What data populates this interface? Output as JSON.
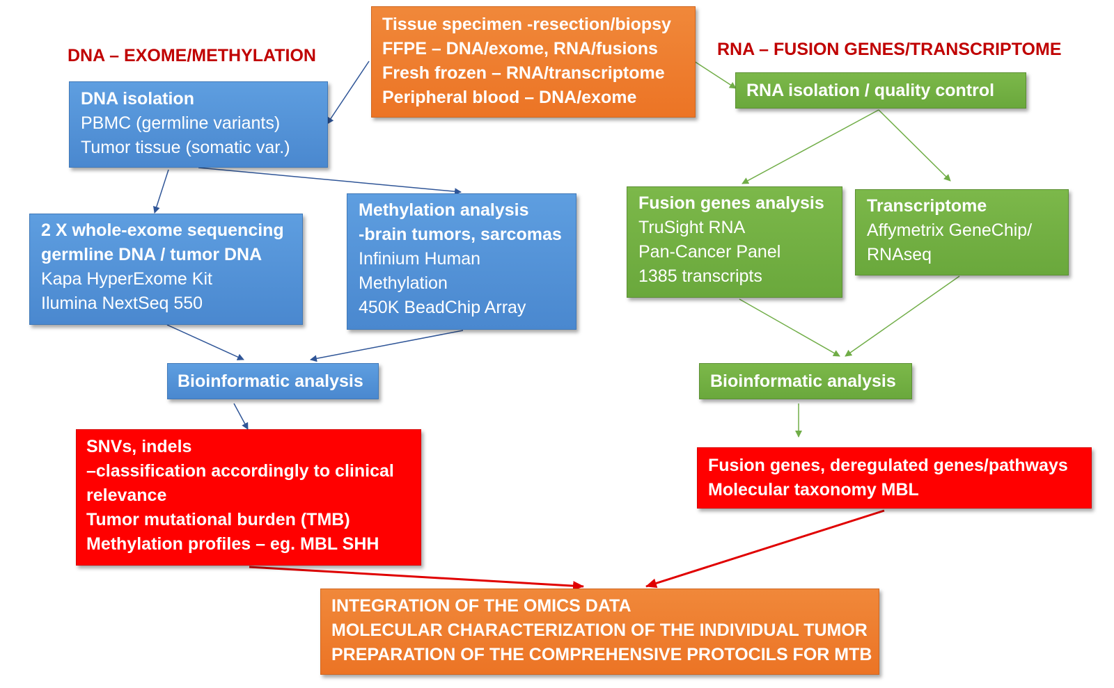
{
  "titles": {
    "dna": "DNA – EXOME/METHYLATION",
    "rna": "RNA – FUSION GENES/TRANSCRIPTOME"
  },
  "specimen": [
    "Tissue specimen -resection/biopsy",
    "FFPE – DNA/exome, RNA/fusions",
    "Fresh frozen – RNA/transcriptome",
    "Peripheral blood – DNA/exome"
  ],
  "dna_isolation": {
    "title": "DNA isolation",
    "lines": [
      "PBMC (germline variants)",
      "Tumor tissue (somatic var.)"
    ]
  },
  "exome": {
    "title_lines": [
      "2 X whole-exome sequencing",
      "germline DNA / tumor DNA"
    ],
    "lines": [
      "Kapa HyperExome Kit",
      "Ilumina NextSeq 550"
    ]
  },
  "methylation": {
    "title_lines": [
      "Methylation analysis",
      "-brain tumors, sarcomas"
    ],
    "lines": [
      "Infinium Human",
      "Methylation",
      "450K BeadChip Array"
    ]
  },
  "bioinf_dna": "Bioinformatic analysis",
  "dna_results": [
    "SNVs, indels",
    "–classification accordingly to clinical",
    "relevance",
    "Tumor mutational burden (TMB)",
    "Methylation profiles – eg. MBL SHH"
  ],
  "rna_isolation": "RNA isolation / quality control",
  "fusion": {
    "title": "Fusion genes analysis",
    "lines": [
      "TruSight RNA",
      "Pan-Cancer Panel",
      "1385 transcripts"
    ]
  },
  "transcriptome": {
    "title": "Transcriptome",
    "lines": [
      "Affymetrix GeneChip/",
      "RNAseq"
    ]
  },
  "bioinf_rna": "Bioinformatic analysis",
  "rna_results": [
    "Fusion genes, deregulated genes/pathways",
    "Molecular taxonomy MBL"
  ],
  "integration": [
    "INTEGRATION OF THE OMICS DATA",
    "MOLECULAR CHARACTERIZATION OF THE INDIVIDUAL TUMOR",
    "PREPARATION OF THE COMPREHENSIVE PROTOCILS FOR MTB"
  ],
  "colors": {
    "blue": "#4a88cf",
    "green": "#6aa83c",
    "orange": "#ec7425",
    "red": "#ff0000",
    "title_red": "#c00000",
    "arrow_blue": "#2f5597",
    "arrow_green": "#70ad47",
    "arrow_red": "#e00000"
  }
}
